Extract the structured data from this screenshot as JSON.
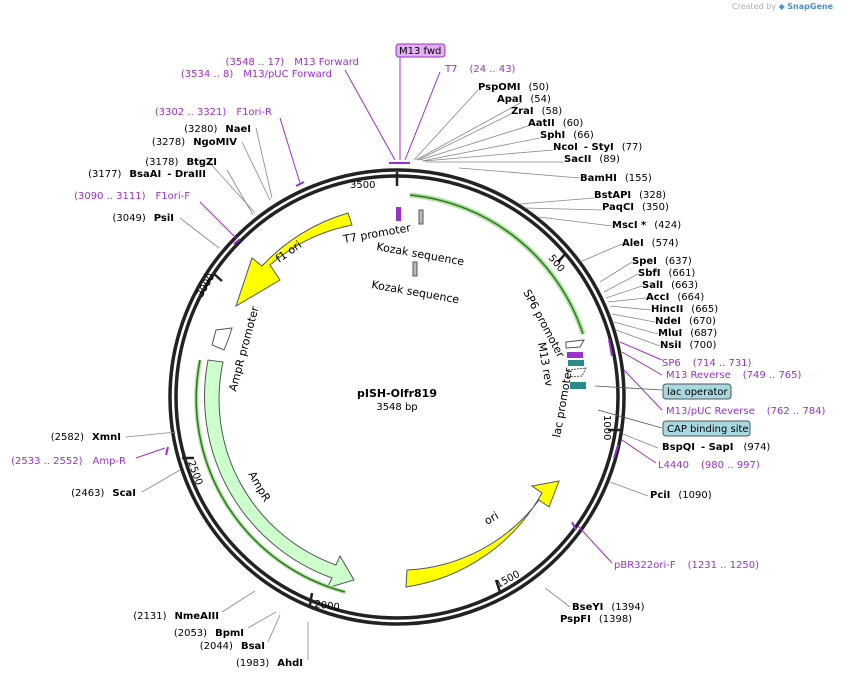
{
  "credit": {
    "prefix": "Created by",
    "brand": "SnapGene"
  },
  "plasmid": {
    "name": "pISH-Olfr819",
    "length": "3548 bp"
  },
  "ticks": [
    "3500",
    "500",
    "1000",
    "1500",
    "2000",
    "2500",
    "3000"
  ],
  "features": {
    "t7_promoter": "T7 promoter",
    "kozak1": "Kozak sequence",
    "kozak2": "Kozak sequence",
    "f1_ori": "f1 ori",
    "ampr_promoter": "AmpR promoter",
    "ampr": "AmpR",
    "ori": "ori",
    "sp6_promoter": "SP6 promoter",
    "m13_rev": "M13 rev",
    "lac_promoter": "lac promoter"
  },
  "boxed": {
    "m13_fwd": "M13 fwd",
    "lac_operator": "lac operator",
    "cap_site": "CAP binding site"
  },
  "sites": [
    {
      "name": "PspOMI",
      "pos": "(50)"
    },
    {
      "name": "ApaI",
      "pos": "(54)"
    },
    {
      "name": "ZraI",
      "pos": "(58)"
    },
    {
      "name": "AatII",
      "pos": "(60)"
    },
    {
      "name": "SphI",
      "pos": "(66)"
    },
    {
      "name": "NcoI",
      "extra": "-  StyI",
      "pos": "(77)"
    },
    {
      "name": "SacII",
      "pos": "(89)"
    },
    {
      "name": "BamHI",
      "pos": "(155)"
    },
    {
      "name": "BstAPI",
      "pos": "(328)"
    },
    {
      "name": "PaqCI",
      "pos": "(350)"
    },
    {
      "name": "MscI *",
      "pos": "(424)"
    },
    {
      "name": "AleI",
      "pos": "(574)"
    },
    {
      "name": "SpeI",
      "pos": "(637)"
    },
    {
      "name": "SbfI",
      "pos": "(661)"
    },
    {
      "name": "SalI",
      "pos": "(663)"
    },
    {
      "name": "AccI",
      "pos": "(664)"
    },
    {
      "name": "HincII",
      "pos": "(665)"
    },
    {
      "name": "NdeI",
      "pos": "(670)"
    },
    {
      "name": "MluI",
      "pos": "(687)"
    },
    {
      "name": "NsiI",
      "pos": "(700)"
    },
    {
      "name": "BspQI",
      "extra": "-  SapI",
      "pos": "(974)"
    },
    {
      "name": "PciI",
      "pos": "(1090)"
    },
    {
      "name": "BseYI",
      "pos": "(1394)"
    },
    {
      "name": "PspFI",
      "pos": "(1398)"
    },
    {
      "name": "AhdI",
      "pos": "(1983)"
    },
    {
      "name": "BsaI",
      "pos": "(2044)"
    },
    {
      "name": "BpmI",
      "pos": "(2053)"
    },
    {
      "name": "NmeAIII",
      "pos": "(2131)"
    },
    {
      "name": "ScaI",
      "pos": "(2463)"
    },
    {
      "name": "XmnI",
      "pos": "(2582)"
    },
    {
      "name": "PsiI",
      "pos": "(3049)"
    },
    {
      "name": "BsaAI",
      "extra": "-  DraIII",
      "pos": "(3177)"
    },
    {
      "name": "BtgZI",
      "pos": "(3178)"
    },
    {
      "name": "NgoMIV",
      "pos": "(3278)"
    },
    {
      "name": "NaeI",
      "pos": "(3280)"
    }
  ],
  "primers": [
    {
      "name": "T7",
      "range": "(24 .. 43)"
    },
    {
      "name": "M13 Forward",
      "range": "(3548 .. 17)"
    },
    {
      "name": "M13/pUC Forward",
      "range": "(3534 .. 8)"
    },
    {
      "name": "F1ori-R",
      "range": "(3302 .. 3321)"
    },
    {
      "name": "F1ori-F",
      "range": "(3090 .. 3111)"
    },
    {
      "name": "SP6",
      "range": "(714 .. 731)"
    },
    {
      "name": "M13 Reverse",
      "range": "(749 .. 765)"
    },
    {
      "name": "M13/pUC Reverse",
      "range": "(762 .. 784)"
    },
    {
      "name": "L4440",
      "range": "(980 .. 997)"
    },
    {
      "name": "pBR322ori-F",
      "range": "(1231 .. 1250)"
    },
    {
      "name": "Amp-R",
      "range": "(2533 .. 2552)"
    }
  ],
  "colors": {
    "primer": "#9b30d0",
    "ori": "#ffff00",
    "ampr": "#ccffcc",
    "box": "#a8d8e0",
    "m13box": "#e0b0f0"
  }
}
